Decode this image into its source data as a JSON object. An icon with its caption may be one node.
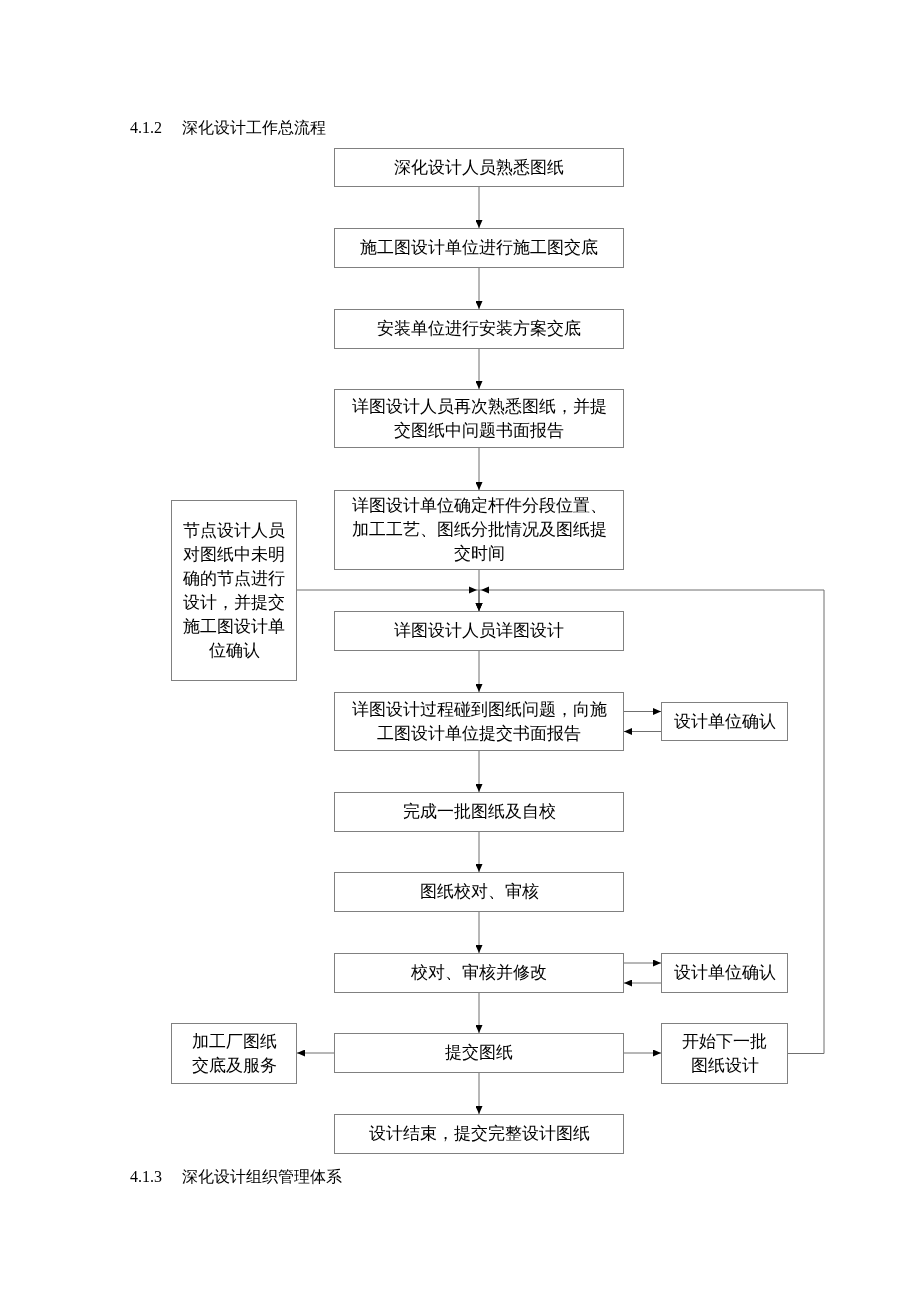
{
  "diagram": {
    "title": "4.1.2 深化设计工作总流程",
    "nodes": [
      {
        "text": [
          "深化设计人员熟悉图纸"
        ]
      },
      {
        "text": [
          "施工图设计单位进行施工图交底"
        ]
      },
      {
        "text": [
          "安装单位进行安装方案交底"
        ]
      },
      {
        "text": [
          "详图设计人员再次熟悉图纸，并提交图纸中问题书面报告"
        ]
      },
      {
        "text": [
          "详图设计单位确定杆件分段位置、加工工艺、图纸分批情况及图纸提交时间"
        ]
      },
      {
        "text": [
          "节点设计人员对图纸中未明确的节点进行设计，并提交施工图设计单位确认"
        ]
      },
      {
        "text": [
          "详图设计人员详图设计"
        ]
      },
      {
        "text": [
          "详图设计过程碰到图纸问题，向施工图设计单位提交书面报告"
        ]
      },
      {
        "text": [
          "设计单位确认"
        ]
      },
      {
        "text": [
          "完成一批图纸及自校"
        ]
      },
      {
        "text": [
          "图纸校对、审核"
        ]
      },
      {
        "text": [
          "校对、审核并修改"
        ]
      },
      {
        "text": [
          "设计单位确认"
        ]
      },
      {
        "text": [
          "加工厂图纸交底及服务"
        ]
      },
      {
        "text": [
          "提交图纸"
        ]
      },
      {
        "text": [
          "开始下一批图纸设计"
        ]
      },
      {
        "text": [
          "设计结束，提交完整设计图纸"
        ]
      }
    ],
    "edges": [
      {
        "from": 0,
        "to": 1,
        "arrow": "to"
      },
      {
        "from": 1,
        "to": 2,
        "arrow": "to"
      },
      {
        "from": 2,
        "to": 3,
        "arrow": "to"
      },
      {
        "from": 3,
        "to": 4,
        "arrow": "to"
      },
      {
        "from": 4,
        "to": 6,
        "arrow": "to"
      },
      {
        "from": 5,
        "to": 6,
        "arrow": "to"
      },
      {
        "from": 15,
        "to": 6,
        "arrow": "to"
      },
      {
        "from": 6,
        "to": 7,
        "arrow": "to"
      },
      {
        "from": 7,
        "to": 8,
        "arrow": "to"
      },
      {
        "from": 8,
        "to": 7,
        "arrow": "to"
      },
      {
        "from": 7,
        "to": 9,
        "arrow": "to"
      },
      {
        "from": 9,
        "to": 10,
        "arrow": "to"
      },
      {
        "from": 10,
        "to": 11,
        "arrow": "to"
      },
      {
        "from": 11,
        "to": 12,
        "arrow": "to"
      },
      {
        "from": 12,
        "to": 11,
        "arrow": "to"
      },
      {
        "from": 11,
        "to": 14,
        "arrow": "to"
      },
      {
        "from": 14,
        "to": 13,
        "arrow": "to"
      },
      {
        "from": 14,
        "to": 15,
        "arrow": "to"
      },
      {
        "from": 14,
        "to": 16,
        "arrow": "to"
      }
    ],
    "labels": [
      "4.1.3 深化设计组织管理体系"
    ]
  }
}
